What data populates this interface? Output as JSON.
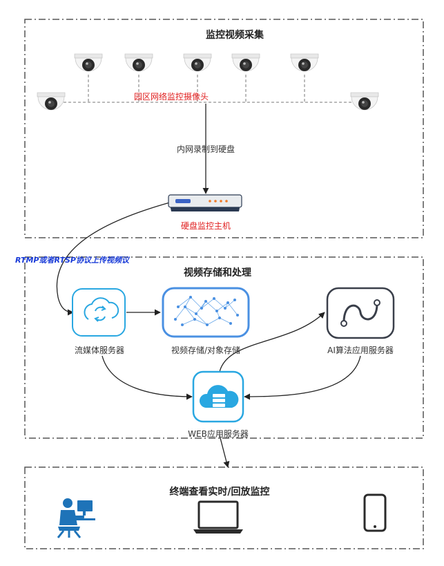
{
  "sections": {
    "capture": {
      "title": "监控视频采集"
    },
    "storage": {
      "title": "视频存储和处理"
    },
    "terminal": {
      "title": "终端查看实时/回放监控"
    }
  },
  "labels": {
    "camera_group": "园区网络监控摄像头",
    "record_arrow": "内网录制到硬盘",
    "nvr": "硬盘监控主机",
    "protocol": "RTMP或者RTSP协议上传视频议",
    "stream_server": "流媒体服务器",
    "video_storage": "视频存储/对象存储",
    "ai_server": "AI算法应用服务器",
    "web_server": "WEB应用服务器"
  },
  "colors": {
    "dash_border": "#555555",
    "label_red": "#e02020",
    "protocol_blue": "#1a3cd8",
    "icon_cyan": "#29a7e1",
    "icon_blue_stroke": "#4a90e2",
    "icon_dark_stroke": "#3a3f4a",
    "terminal_blue": "#1e73b8",
    "arrow": "#222222"
  },
  "icons": {
    "camera": "dome-camera-icon",
    "nvr": "nvr-recorder-icon",
    "stream": "cloud-sync-icon",
    "storage": "network-mesh-icon",
    "ai": "ai-curve-icon",
    "web": "cloud-server-icon",
    "desktop_user": "desktop-user-icon",
    "laptop": "laptop-icon",
    "tablet": "tablet-icon"
  }
}
